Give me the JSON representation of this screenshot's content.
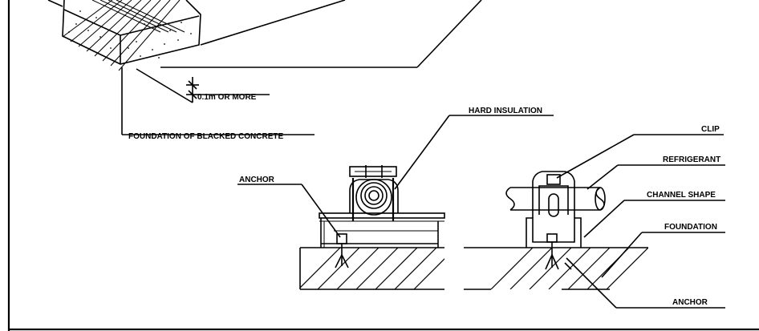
{
  "labels": {
    "clearance": "0.1m OR MORE",
    "foundation_concrete": "FOUNDATION OF BLACKED CONCRETE",
    "hard_insulation": "HARD INSULATION",
    "anchor_left": "ANCHOR",
    "clip": "CLIP",
    "refrigerant": "REFRIGERANT",
    "channel_shape": "CHANNEL SHAPE",
    "foundation": "FOUNDATION",
    "anchor_right": "ANCHOR"
  }
}
